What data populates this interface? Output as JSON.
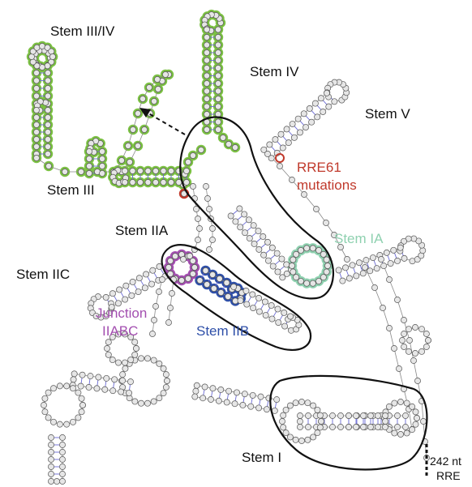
{
  "labels": {
    "stem_3_4": "Stem III/IV",
    "stem_4": "Stem IV",
    "stem_5": "Stem V",
    "stem_3": "Stem III",
    "rre61_line1": "RRE61",
    "rre61_line2": "mutations",
    "stem_2a": "Stem IIA",
    "stem_1a": "Stem IA",
    "stem_2c": "Stem IIC",
    "junction_line1": "Junction",
    "junction_line2": "IIABC",
    "stem_2b": "Stem IIB",
    "stem_1": "Stem I",
    "rre_line1": "242 nt",
    "rre_line2": "RRE"
  },
  "colors": {
    "green_highlight": "#7bc043",
    "mutation_red": "#c0392b",
    "stem_1a_mint": "#8fd1b0",
    "junction_purple": "#a34fb0",
    "stem_2b_blue": "#2e4fa8",
    "outline": "#111111",
    "nucleotide_fill": "#e6e6e6",
    "pair_line": "#6b6bd6"
  }
}
